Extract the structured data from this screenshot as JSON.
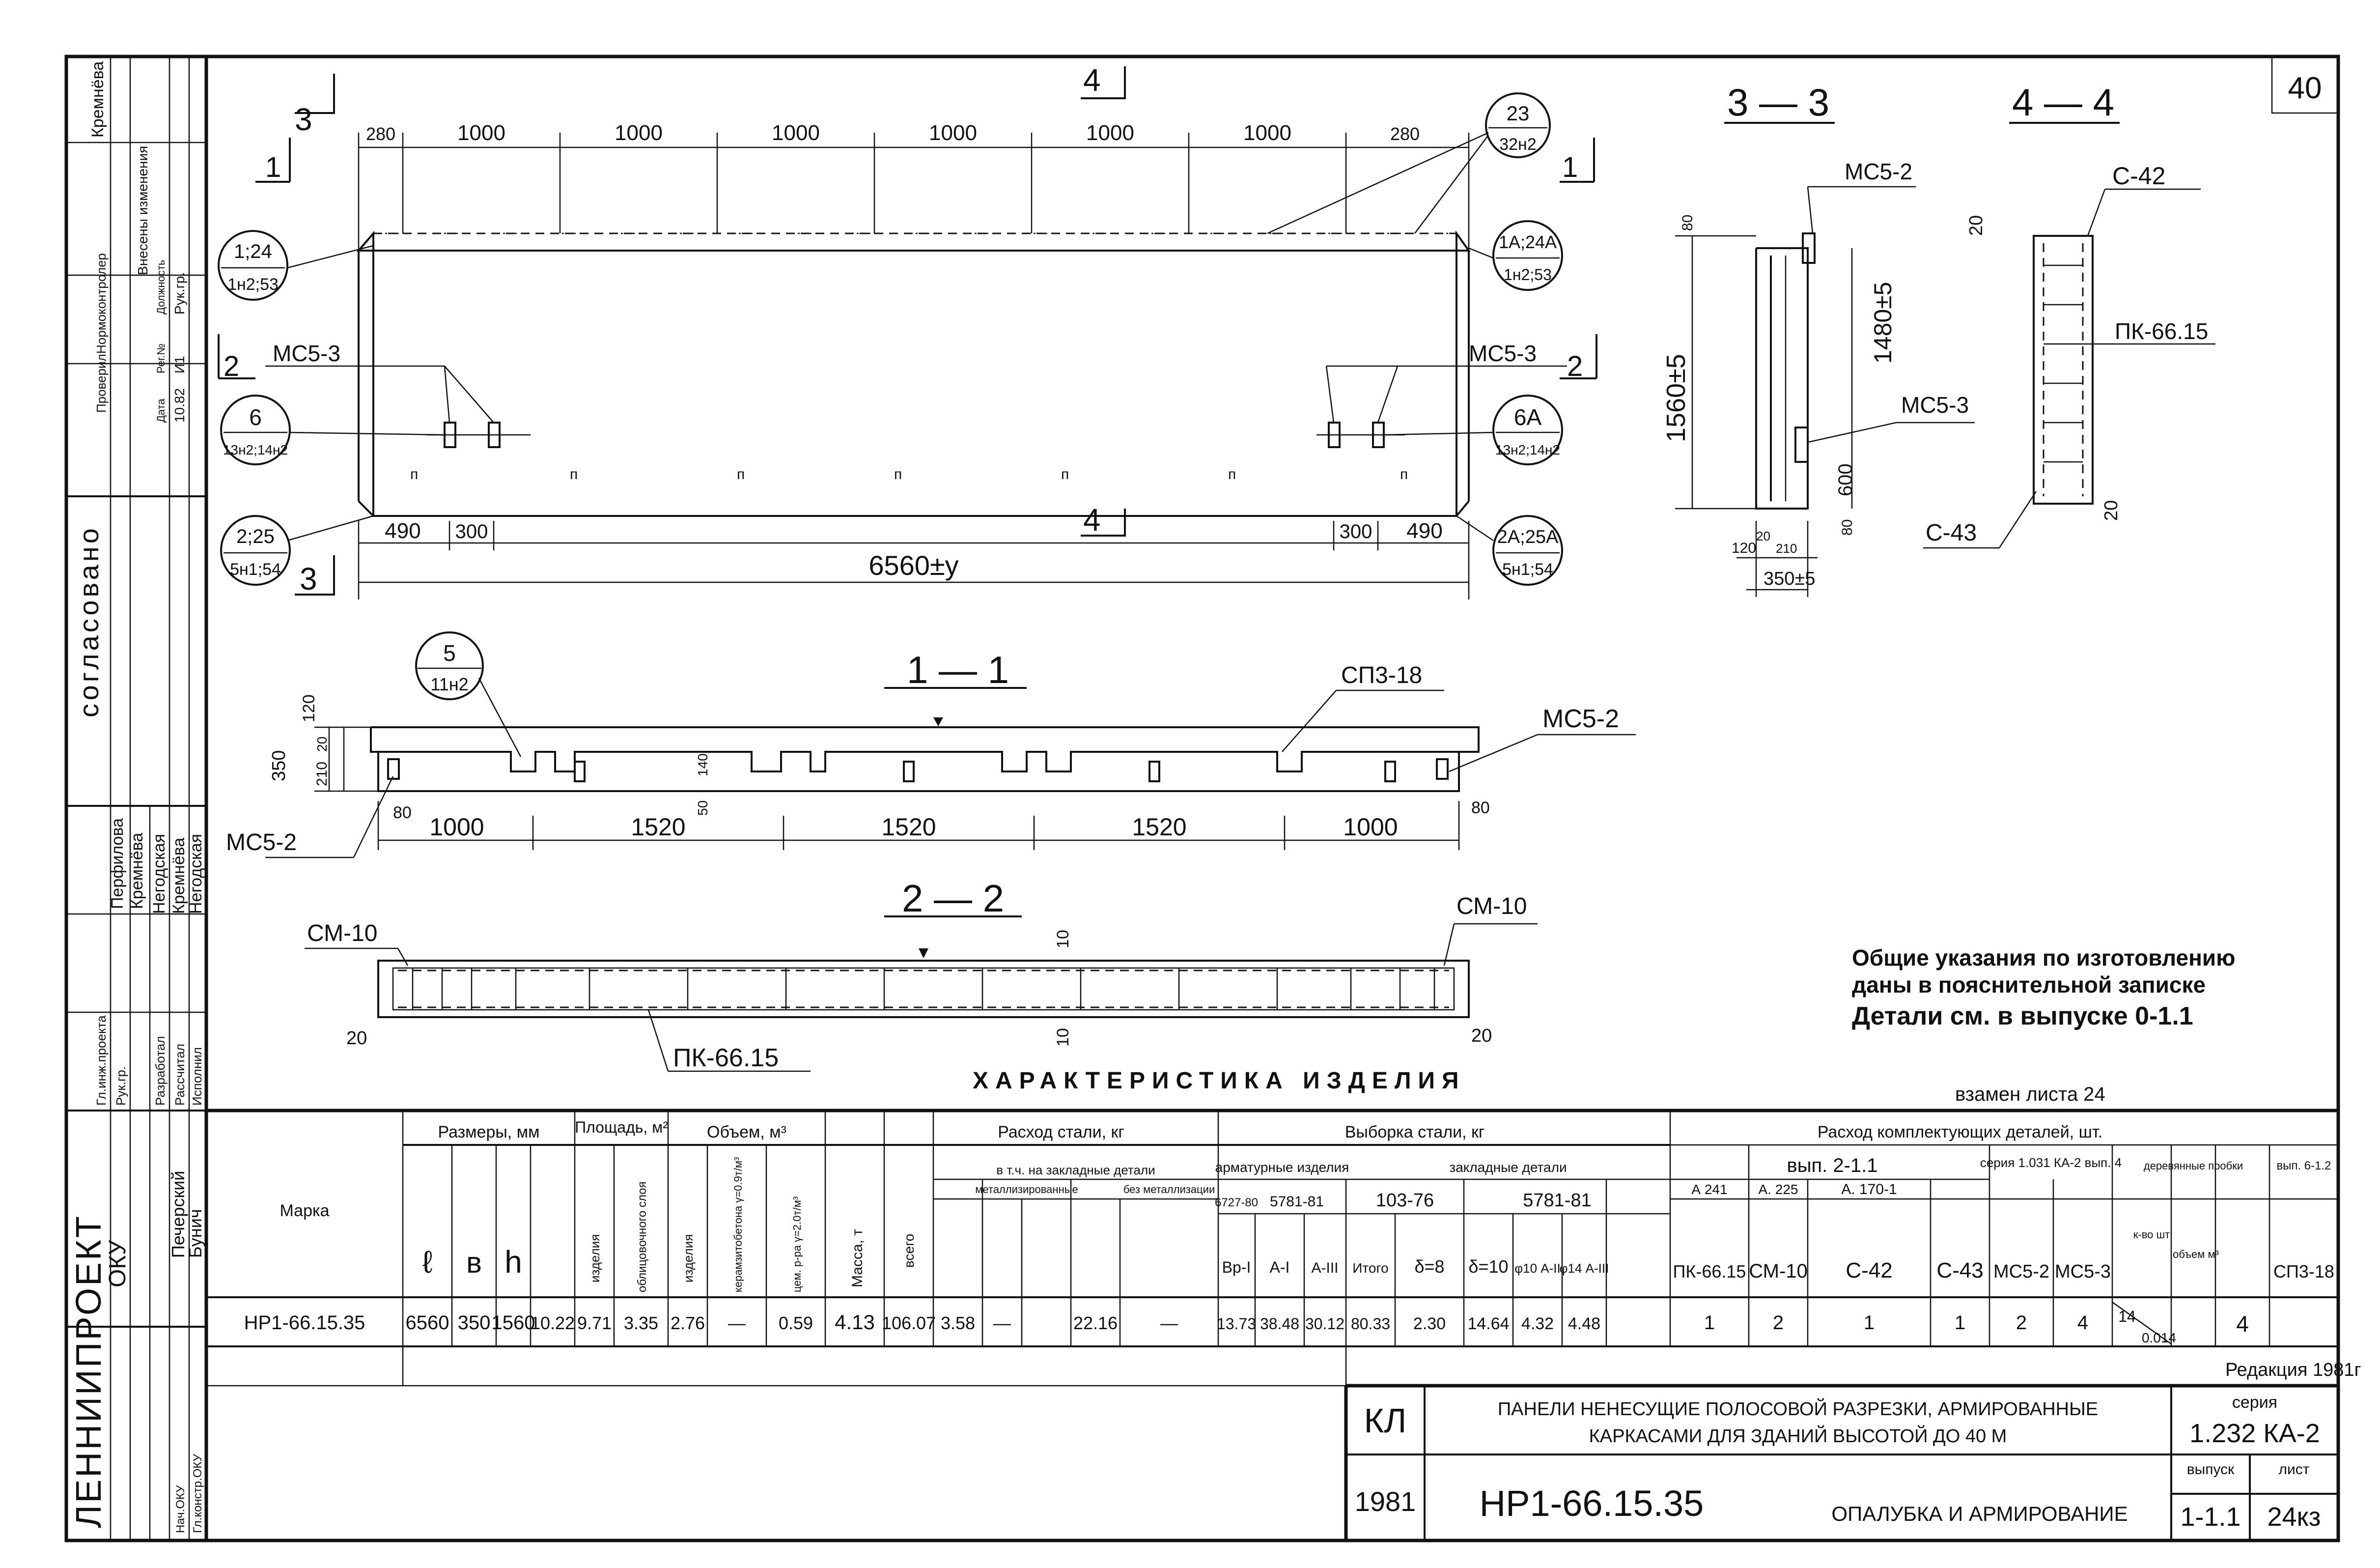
{
  "sheet": {
    "page_number": "40",
    "series": "1.232 КА-2",
    "series_label": "серия",
    "issue_label": "выпуск",
    "issue": "1-1.1",
    "sheet_label": "лист",
    "sheet": "24кз",
    "year": "1981",
    "code": "КЛ",
    "title_line1": "ПАНЕЛИ НЕНЕСУЩИЕ ПОЛОСОВОЙ РАЗРЕЗКИ, АРМИРОВАННЫЕ",
    "title_line2": "КАРКАСАМИ ДЛЯ ЗДАНИЙ ВЫСОТОЙ ДО 40 М",
    "mark": "НР1-66.15.35",
    "drawing_name": "ОПАЛУБКА И АРМИРОВАНИЕ",
    "edition": "Редакция 1981г",
    "replaces": "взамен листа 24",
    "organization": "ЛЕННИИПРОЕКТ",
    "dept": "ОКУ"
  },
  "stamp": {
    "agreed": "согласовано",
    "roles": [
      "Проверил",
      "Нормоконтролер",
      "Гл.инж.проекта",
      "Рук.гр.",
      "Разработал",
      "Рассчитал",
      "Исполнил",
      "Нач.ОКУ",
      "Гл.констр.ОКУ"
    ],
    "names": [
      "Кремнёва",
      "Перфилова",
      "Кремнёва",
      "Негодская",
      "Кремнёва",
      "Негодская",
      "Печерский",
      "Бунич"
    ],
    "changes_label": "Внесены изменения",
    "change_row": [
      "10.82",
      "И1",
      "Рук.гр."
    ],
    "change_head": [
      "Дата",
      "Рег.№",
      "Должность"
    ]
  },
  "elevation": {
    "dims_top": [
      "280",
      "1000",
      "1000",
      "1000",
      "1000",
      "1000",
      "1000",
      "280"
    ],
    "dims_bottom": [
      "490",
      "300",
      "300",
      "490"
    ],
    "overall": "6560±у",
    "section_marks": [
      "3",
      "3",
      "4",
      "4",
      "1",
      "1",
      "2",
      "2"
    ],
    "labels": [
      "МС5-3",
      "МС5-3"
    ],
    "callouts": [
      {
        "top": "1;24",
        "bottom": "1н2;53"
      },
      {
        "top": "23",
        "bottom": "32н2"
      },
      {
        "top": "1А;24А",
        "bottom": "1н2;53"
      },
      {
        "top": "6",
        "bottom": "13н2;14н2"
      },
      {
        "top": "6А",
        "bottom": "13н2;14н2"
      },
      {
        "top": "2;25",
        "bottom": "5н1;54"
      },
      {
        "top": "2А;25А",
        "bottom": "5н1;54"
      }
    ]
  },
  "section_1_1": {
    "title": "1 — 1",
    "dims": [
      "1000",
      "1520",
      "1520",
      "1520",
      "1000"
    ],
    "heights": [
      "350",
      "210",
      "20",
      "120",
      "50",
      "140",
      "80",
      "80"
    ],
    "labels": [
      "МС5-2",
      "МС5-2",
      "СП3-18"
    ],
    "callout": {
      "top": "5",
      "bottom": "11н2"
    }
  },
  "section_2_2": {
    "title": "2 — 2",
    "labels": [
      "СМ-10",
      "СМ-10",
      "ПК-66.15"
    ],
    "dims": [
      "20",
      "20",
      "10",
      "10"
    ]
  },
  "section_3_3": {
    "title": "3 — 3",
    "labels": [
      "МС5-2",
      "МС5-3"
    ],
    "dims": [
      "80",
      "1560±5",
      "1480±5",
      "600",
      "80",
      "120",
      "20",
      "210",
      "350±5"
    ]
  },
  "section_4_4": {
    "title": "4 — 4",
    "labels": [
      "С-42",
      "ПК-66.15",
      "С-43"
    ],
    "dims": [
      "20",
      "20"
    ]
  },
  "notes": {
    "line1": "Общие указания по изготовлению",
    "line2": "даны в пояснительной записке",
    "line3": "Детали см. в выпуске 0-1.1"
  },
  "table": {
    "title": "ХАРАКТЕРИСТИКА   ИЗДЕЛИЯ",
    "col_mark": "Марка",
    "dims_head": "Размеры, мм",
    "dims_cols": [
      "ℓ",
      "в",
      "h"
    ],
    "area_head": "Площадь, м²",
    "area_cols": [
      "изделия",
      "облицовочного слоя"
    ],
    "volume_head": "Объем, м³",
    "volume_cols": [
      "изделия",
      "керамзитобетона γ=0.9т/м³",
      "цем. р-ра γ=2.0т/м³"
    ],
    "mass": "Масса, т",
    "steel_head": "Расход стали, кг",
    "steel_sub": "в т.ч. на закладные детали",
    "steel_cols": [
      "всего",
      "металлизированные",
      "без металлизации"
    ],
    "sel_head": "Выборка стали, кг",
    "sel_rebar": "арматурные изделия",
    "sel_embed": "закладные детали",
    "sel_gost": [
      "6727-80",
      "5781-81",
      "103-76",
      "5781-81"
    ],
    "sel_cols": [
      "Вр-I",
      "A-I",
      "A-III",
      "Итого",
      "δ=8",
      "δ=10",
      "φ10 A-II",
      "φ14 A-III"
    ],
    "comp_head": "Расход комплектующих деталей, шт.",
    "comp_issue": "вып. 2-1.1",
    "comp_sub": [
      "А 241",
      "А. 225",
      "А. 170-1"
    ],
    "comp_series": "серия 1.031 КА-2 вып. 4",
    "comp_cols": [
      "ПК-66.15",
      "СМ-10",
      "С-42",
      "С-43",
      "МС5-2",
      "МС5-3"
    ],
    "wood": "деревянные пробки",
    "wood_sub": [
      "к-во шт",
      "объем м³"
    ],
    "blk_head": "вып. 6-1.2",
    "blk_col": "СП3-18",
    "row": [
      "НР1-66.15.35",
      "6560",
      "350",
      "1560",
      "10.22",
      "9.71",
      "3.35",
      "2.76",
      "—",
      "0.59",
      "4.13",
      "106.07",
      "3.58",
      "—",
      "22.16",
      "—",
      "13.73",
      "38.48",
      "30.12",
      "80.33",
      "2.30",
      "14.64",
      "4.32",
      "4.48",
      "1",
      "2",
      "1",
      "1",
      "2",
      "4",
      "14",
      "0.014",
      "4"
    ]
  }
}
